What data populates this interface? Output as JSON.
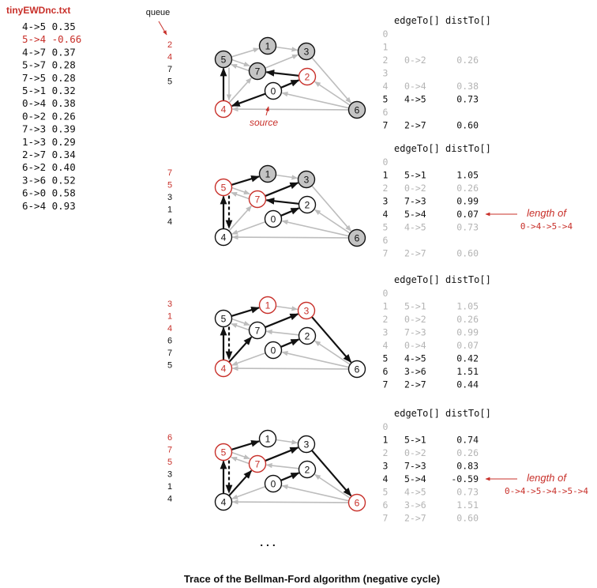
{
  "file": {
    "name": "tinyEWDnc.txt",
    "edges": [
      {
        "text": "4->5  0.35",
        "highlight": false
      },
      {
        "text": "5->4 -0.66",
        "highlight": true
      },
      {
        "text": "4->7  0.37",
        "highlight": false
      },
      {
        "text": "5->7  0.28",
        "highlight": false
      },
      {
        "text": "7->5  0.28",
        "highlight": false
      },
      {
        "text": "5->1  0.32",
        "highlight": false
      },
      {
        "text": "0->4  0.38",
        "highlight": false
      },
      {
        "text": "0->2  0.26",
        "highlight": false
      },
      {
        "text": "7->3  0.39",
        "highlight": false
      },
      {
        "text": "1->3  0.29",
        "highlight": false
      },
      {
        "text": "2->7  0.34",
        "highlight": false
      },
      {
        "text": "6->2  0.40",
        "highlight": false
      },
      {
        "text": "3->6  0.52",
        "highlight": false
      },
      {
        "text": "6->0  0.58",
        "highlight": false
      },
      {
        "text": "6->4  0.93",
        "highlight": false
      }
    ]
  },
  "queue_label": "queue",
  "source_label": "source",
  "table_header": "edgeTo[] distTo[]",
  "caption": "Trace of the Bellman-Ford algorithm (negative cycle)",
  "ellipsis": ". . .",
  "colors": {
    "red": "#c8302a",
    "gray_node": "#c4c4c4",
    "gray_edge": "#bdbdbd",
    "black": "#111111",
    "faded_text": "#b4b4b4"
  },
  "panels": [
    {
      "queue": [
        {
          "v": "2",
          "red": true
        },
        {
          "v": "4",
          "red": true
        },
        {
          "v": "7",
          "red": false
        },
        {
          "v": "5",
          "red": false
        }
      ],
      "nodes": {
        "0": {
          "fill": "white",
          "stroke": "black"
        },
        "1": {
          "fill": "gray",
          "stroke": "black"
        },
        "2": {
          "fill": "white",
          "stroke": "red"
        },
        "3": {
          "fill": "gray",
          "stroke": "black"
        },
        "4": {
          "fill": "white",
          "stroke": "red"
        },
        "5": {
          "fill": "gray",
          "stroke": "black"
        },
        "6": {
          "fill": "gray",
          "stroke": "black"
        },
        "7": {
          "fill": "gray",
          "stroke": "black"
        }
      },
      "tree_edges": [
        "0-2",
        "0-4",
        "4-5",
        "2-7"
      ],
      "dashed_edges": [],
      "show_source": true,
      "rows": [
        {
          "v": "0",
          "edge": "",
          "dist": "",
          "bold": false
        },
        {
          "v": "1",
          "edge": "",
          "dist": "",
          "bold": false
        },
        {
          "v": "2",
          "edge": "0->2",
          "dist": "0.26",
          "bold": false
        },
        {
          "v": "3",
          "edge": "",
          "dist": "",
          "bold": false
        },
        {
          "v": "4",
          "edge": "0->4",
          "dist": "0.38",
          "bold": false
        },
        {
          "v": "5",
          "edge": "4->5",
          "dist": "0.73",
          "bold": true
        },
        {
          "v": "6",
          "edge": "",
          "dist": "",
          "bold": false
        },
        {
          "v": "7",
          "edge": "2->7",
          "dist": "0.60",
          "bold": true
        }
      ],
      "note": null
    },
    {
      "queue": [
        {
          "v": "7",
          "red": true
        },
        {
          "v": "5",
          "red": true
        },
        {
          "v": "3",
          "red": false
        },
        {
          "v": "1",
          "red": false
        },
        {
          "v": "4",
          "red": false
        }
      ],
      "nodes": {
        "0": {
          "fill": "white",
          "stroke": "black"
        },
        "1": {
          "fill": "gray",
          "stroke": "black"
        },
        "2": {
          "fill": "white",
          "stroke": "black"
        },
        "3": {
          "fill": "gray",
          "stroke": "black"
        },
        "4": {
          "fill": "white",
          "stroke": "black"
        },
        "5": {
          "fill": "white",
          "stroke": "red"
        },
        "6": {
          "fill": "gray",
          "stroke": "black"
        },
        "7": {
          "fill": "white",
          "stroke": "red"
        }
      },
      "tree_edges": [
        "0-2",
        "4-5",
        "2-7",
        "5-1",
        "7-3"
      ],
      "dashed_edges": [
        "5-4"
      ],
      "show_source": false,
      "rows": [
        {
          "v": "0",
          "edge": "",
          "dist": "",
          "bold": false
        },
        {
          "v": "1",
          "edge": "5->1",
          "dist": "1.05",
          "bold": true
        },
        {
          "v": "2",
          "edge": "0->2",
          "dist": "0.26",
          "bold": false
        },
        {
          "v": "3",
          "edge": "7->3",
          "dist": "0.99",
          "bold": true
        },
        {
          "v": "4",
          "edge": "5->4",
          "dist": "0.07",
          "bold": true
        },
        {
          "v": "5",
          "edge": "4->5",
          "dist": "0.73",
          "bold": false
        },
        {
          "v": "6",
          "edge": "",
          "dist": "",
          "bold": false
        },
        {
          "v": "7",
          "edge": "2->7",
          "dist": "0.60",
          "bold": false
        }
      ],
      "note": {
        "title": "length of",
        "path": "0->4->5->4"
      }
    },
    {
      "queue": [
        {
          "v": "3",
          "red": true
        },
        {
          "v": "1",
          "red": true
        },
        {
          "v": "4",
          "red": true
        },
        {
          "v": "6",
          "red": false
        },
        {
          "v": "7",
          "red": false
        },
        {
          "v": "5",
          "red": false
        }
      ],
      "nodes": {
        "0": {
          "fill": "white",
          "stroke": "black"
        },
        "1": {
          "fill": "white",
          "stroke": "red"
        },
        "2": {
          "fill": "white",
          "stroke": "black"
        },
        "3": {
          "fill": "white",
          "stroke": "red"
        },
        "4": {
          "fill": "white",
          "stroke": "red"
        },
        "5": {
          "fill": "white",
          "stroke": "black"
        },
        "6": {
          "fill": "white",
          "stroke": "black"
        },
        "7": {
          "fill": "white",
          "stroke": "black"
        }
      },
      "tree_edges": [
        "0-2",
        "4-5",
        "4-7",
        "5-1",
        "7-3",
        "3-6"
      ],
      "dashed_edges": [
        "5-4"
      ],
      "show_source": false,
      "rows": [
        {
          "v": "0",
          "edge": "",
          "dist": "",
          "bold": false
        },
        {
          "v": "1",
          "edge": "5->1",
          "dist": "1.05",
          "bold": false
        },
        {
          "v": "2",
          "edge": "0->2",
          "dist": "0.26",
          "bold": false
        },
        {
          "v": "3",
          "edge": "7->3",
          "dist": "0.99",
          "bold": false
        },
        {
          "v": "4",
          "edge": "0->4",
          "dist": "0.07",
          "bold": false
        },
        {
          "v": "5",
          "edge": "4->5",
          "dist": "0.42",
          "bold": true
        },
        {
          "v": "6",
          "edge": "3->6",
          "dist": "1.51",
          "bold": true
        },
        {
          "v": "7",
          "edge": "2->7",
          "dist": "0.44",
          "bold": true
        }
      ],
      "note": null
    },
    {
      "queue": [
        {
          "v": "6",
          "red": true
        },
        {
          "v": "7",
          "red": true
        },
        {
          "v": "5",
          "red": true
        },
        {
          "v": "3",
          "red": false
        },
        {
          "v": "1",
          "red": false
        },
        {
          "v": "4",
          "red": false
        }
      ],
      "nodes": {
        "0": {
          "fill": "white",
          "stroke": "black"
        },
        "1": {
          "fill": "white",
          "stroke": "black"
        },
        "2": {
          "fill": "white",
          "stroke": "black"
        },
        "3": {
          "fill": "white",
          "stroke": "black"
        },
        "4": {
          "fill": "white",
          "stroke": "black"
        },
        "5": {
          "fill": "white",
          "stroke": "red"
        },
        "6": {
          "fill": "white",
          "stroke": "red"
        },
        "7": {
          "fill": "white",
          "stroke": "red"
        }
      },
      "tree_edges": [
        "0-2",
        "4-5",
        "4-7",
        "5-1",
        "7-3",
        "3-6"
      ],
      "dashed_edges": [
        "5-4"
      ],
      "show_source": false,
      "rows": [
        {
          "v": "0",
          "edge": "",
          "dist": "",
          "bold": false
        },
        {
          "v": "1",
          "edge": "5->1",
          "dist": "0.74",
          "bold": true
        },
        {
          "v": "2",
          "edge": "0->2",
          "dist": "0.26",
          "bold": false
        },
        {
          "v": "3",
          "edge": "7->3",
          "dist": "0.83",
          "bold": true
        },
        {
          "v": "4",
          "edge": "5->4",
          "dist": "-0.59",
          "bold": true
        },
        {
          "v": "5",
          "edge": "4->5",
          "dist": "0.73",
          "bold": false
        },
        {
          "v": "6",
          "edge": "3->6",
          "dist": "1.51",
          "bold": false
        },
        {
          "v": "7",
          "edge": "2->7",
          "dist": "0.60",
          "bold": false
        }
      ],
      "note": {
        "title": "length of",
        "path": "0->4->5->4->5->4"
      }
    }
  ]
}
